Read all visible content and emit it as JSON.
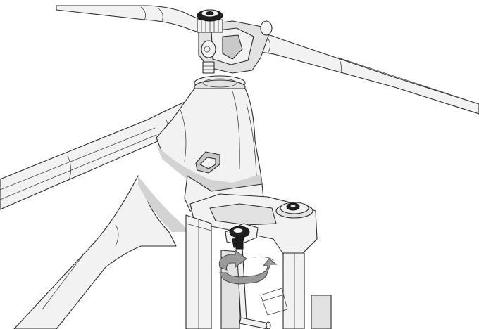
{
  "illustration": {
    "parts": [
      "top-cap",
      "stem",
      "handlebar",
      "head-tube",
      "top-tube",
      "down-tube",
      "fork-crown",
      "fork-legs",
      "brake-cable-guide",
      "hex-key",
      "rotation-arrow"
    ],
    "colors": {
      "line": "#2b2b2b",
      "light_fill": "#f2f2f2",
      "mid_fill": "#e2e2e2",
      "shade": "#d3d3d3",
      "arrow": "#9a9a9a",
      "tool": "#1e1e1e"
    },
    "icons": [
      "rotate-clockwise-arrow-icon",
      "hex-key-icon"
    ]
  }
}
